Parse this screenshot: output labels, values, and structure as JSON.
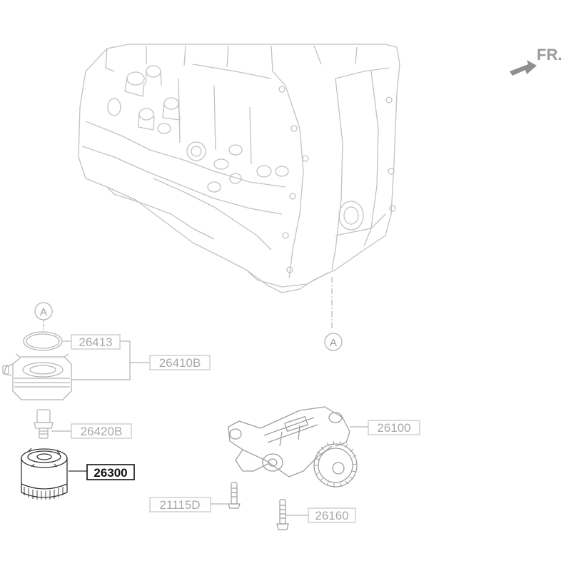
{
  "orientation": {
    "text": "FR."
  },
  "reference_marks": {
    "top": "A",
    "bottom": "A"
  },
  "part_labels": {
    "p26413": "26413",
    "p26410B": "26410B",
    "p26420B": "26420B",
    "p26300": "26300",
    "p26100": "26100",
    "p21115D": "21115D",
    "p26160": "26160"
  },
  "colors": {
    "line": "#bdbdbd",
    "label_border": "#c8c8c8",
    "label_text": "#a8a8a8",
    "highlight": "#111111",
    "arrow": "#909090"
  }
}
